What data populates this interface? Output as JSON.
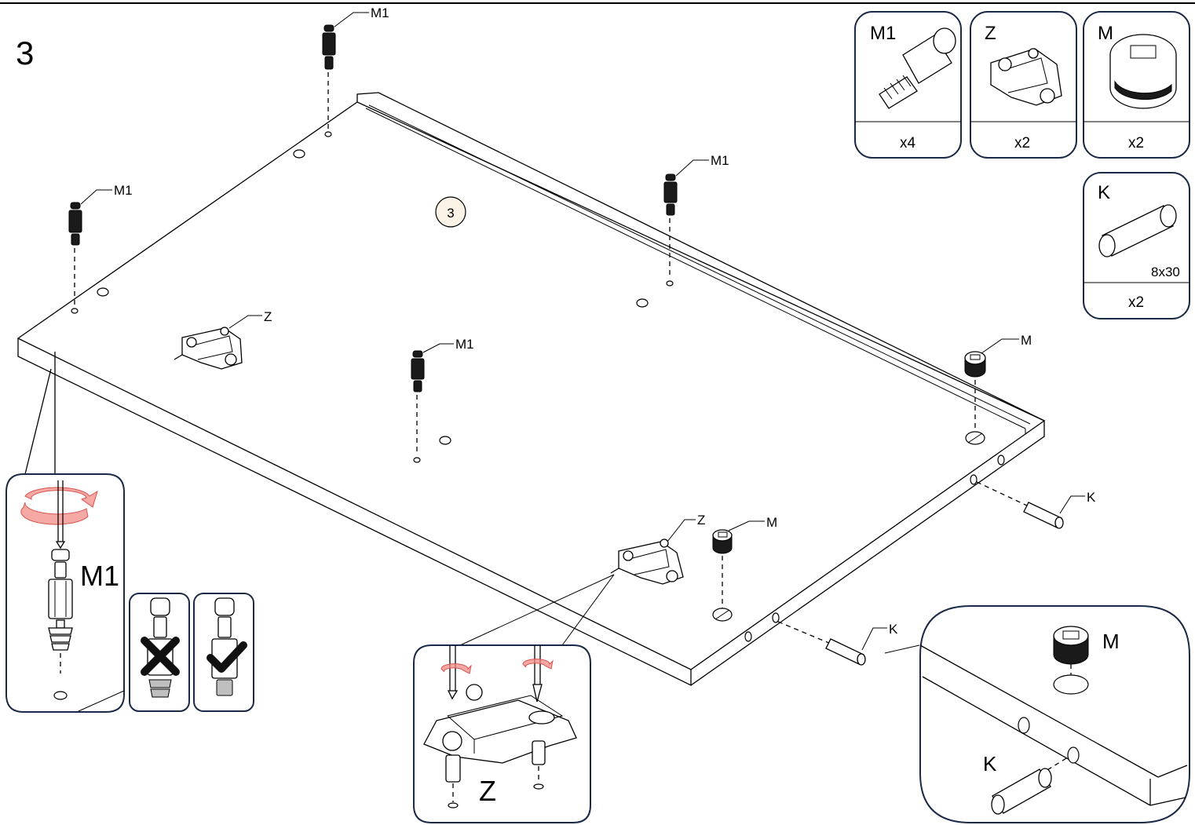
{
  "step_number": "3",
  "panel_number": "3",
  "callouts": {
    "m1": "M1",
    "z": "Z",
    "m": "M",
    "k": "K"
  },
  "parts": [
    {
      "code": "M1",
      "qty": "x4"
    },
    {
      "code": "Z",
      "qty": "x2"
    },
    {
      "code": "M",
      "qty": "x2"
    },
    {
      "code": "K",
      "qty": "x2",
      "size": "8x30"
    }
  ],
  "details": {
    "m1_label": "M1",
    "z_label": "Z",
    "m_label": "M",
    "k_label": "K"
  },
  "colors": {
    "outline": "#000000",
    "box_border": "#1b2a46",
    "rotation_arrow": "#f28b86",
    "panel_number_fill": "#fbf4e6"
  }
}
